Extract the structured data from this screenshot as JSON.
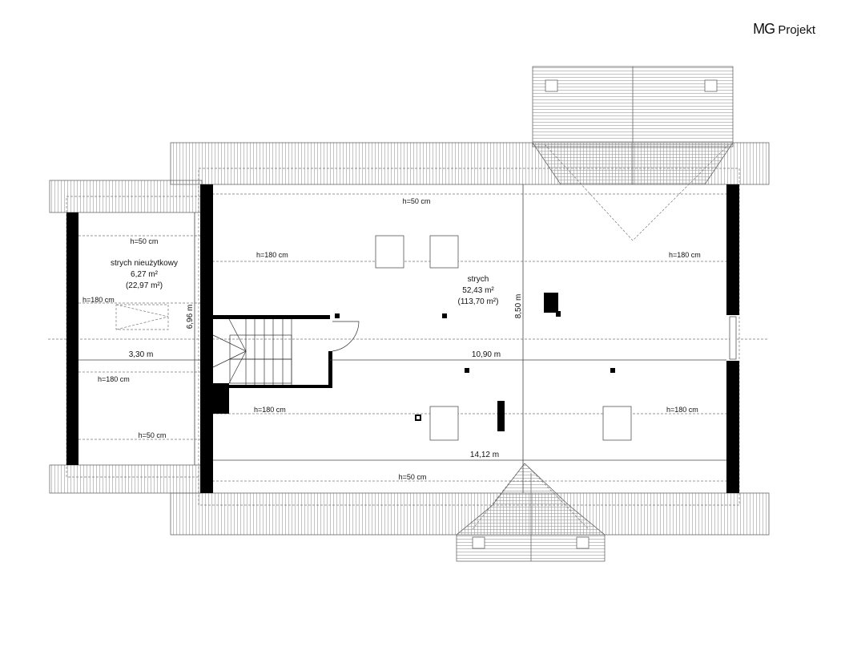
{
  "logo": {
    "brand": "MG",
    "name": "Projekt"
  },
  "rooms": [
    {
      "name": "strych nieużytkowy",
      "area": "6,27 m²",
      "area_total": "(22,97 m²)"
    },
    {
      "name": "strych",
      "area": "52,43 m²",
      "area_total": "(113,70 m²)"
    }
  ],
  "heights": {
    "h50": "h=50 cm",
    "h180": "h=180 cm"
  },
  "dimensions": {
    "left_width": "3,30 m",
    "left_depth": "6,96 m",
    "main_inner": "10,90 m",
    "main_total": "14,12 m",
    "depth": "8,50 m"
  }
}
